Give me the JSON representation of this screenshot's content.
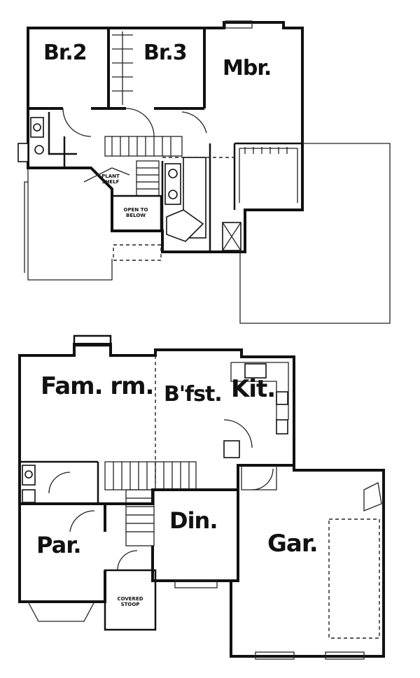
{
  "upper_floor": {
    "rooms": {
      "br2": "Br.2",
      "br3": "Br.3",
      "mbr": "Mbr."
    },
    "notes": {
      "open_to_below": "OPEN TO BELOW",
      "plant_shelf": "PLANT SHELF"
    }
  },
  "main_floor": {
    "rooms": {
      "fam_rm": "Fam. rm.",
      "bfst": "B'fst.",
      "kit": "Kit.",
      "par": "Par.",
      "din": "Din.",
      "gar": "Gar."
    },
    "notes": {
      "covered_stoop": "COVERED STOOP"
    }
  }
}
